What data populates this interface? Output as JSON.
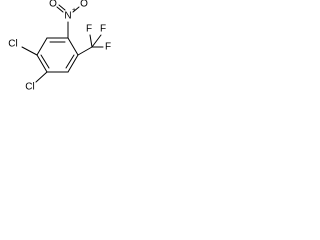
{
  "molecule": {
    "atoms": {
      "cl_top": "Cl",
      "cl_bottom": "Cl",
      "nitro_n": "N",
      "nitro_n_charge": "+",
      "nitro_o_double": "O",
      "nitro_o_single": "O",
      "nitro_o_charge": "−",
      "cf3_f_top_left": "F",
      "cf3_f_top_right": "F",
      "cf3_f_right": "F"
    }
  },
  "colors": {
    "background": "#ffffff",
    "ink": "#000000"
  }
}
